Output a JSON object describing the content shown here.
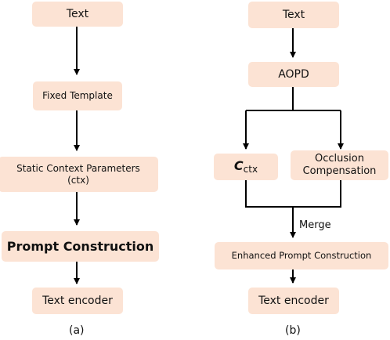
{
  "panel_a": {
    "text_label": "Text",
    "fixed_template_label": "Fixed Template",
    "static_ctx_line1": "Static Context Parameters",
    "static_ctx_line2": "(ctx)",
    "prompt_construction_label": "Prompt Construction",
    "text_encoder_label": "Text encoder",
    "caption": "(a)"
  },
  "panel_b": {
    "text_label": "Text",
    "aopd_label": "AOPD",
    "c_ctx_main": "C",
    "c_ctx_sub": "ctx",
    "occlusion_line1": "Occlusion",
    "occlusion_line2": "Compensation",
    "merge_label": "Merge",
    "enhanced_label": "Enhanced Prompt Construction",
    "text_encoder_label": "Text encoder",
    "caption": "(b)"
  }
}
